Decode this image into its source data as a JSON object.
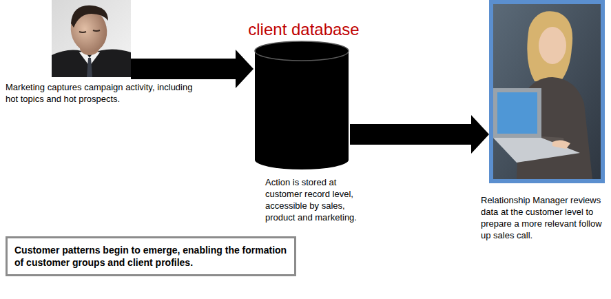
{
  "diagram": {
    "nodes": [
      {
        "text": [
          "Marketing captures campaign activity, including hot topics and hot prospects."
        ]
      },
      {
        "text": [
          "client database",
          "Action is stored at customer record level, accessible by sales, product and marketing."
        ]
      },
      {
        "text": [
          "Relationship Manager reviews data at the customer level to prepare a more relevant follow up sales call."
        ]
      },
      {
        "text": [
          "Customer patterns begin to emerge, enabling the formation of customer groups and client profiles."
        ]
      }
    ],
    "edges": [
      {
        "from": 0,
        "to": 1,
        "arrow": "to"
      },
      {
        "from": 1,
        "to": 2,
        "arrow": "to"
      }
    ]
  }
}
